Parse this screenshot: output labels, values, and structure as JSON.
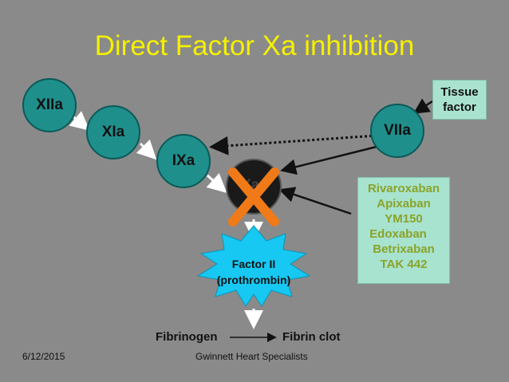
{
  "title": "Direct Factor Xa inhibition",
  "factors": {
    "xiia": "XIIa",
    "xia": "XIa",
    "ixa": "IXa",
    "viia": "VIIa",
    "xa": "Xa"
  },
  "tissue_factor": [
    "Tissue",
    "factor"
  ],
  "drugs": [
    "Rivaroxaban",
    "Apixaban",
    "YM150",
    "Edoxaban",
    "Betrixaban",
    "TAK 442"
  ],
  "factor_ii": [
    "Factor II",
    "(prothrombin)"
  ],
  "fibrinogen": "Fibrinogen",
  "fibrin_clot": "Fibrin clot",
  "footer": {
    "date": "6/12/2015",
    "organization": "Gwinnett Heart Specialists"
  },
  "colors": {
    "background": "#8a8a8a",
    "title": "#f5f000",
    "factor_circle": "#1f8f8c",
    "xa_circle": "#1a1a1a",
    "inhibition_x": "#f07a18",
    "drug_box": "#a7e3cf",
    "drug_text": "#8aa32a",
    "prothrombin_burst": "#16c8f2"
  }
}
